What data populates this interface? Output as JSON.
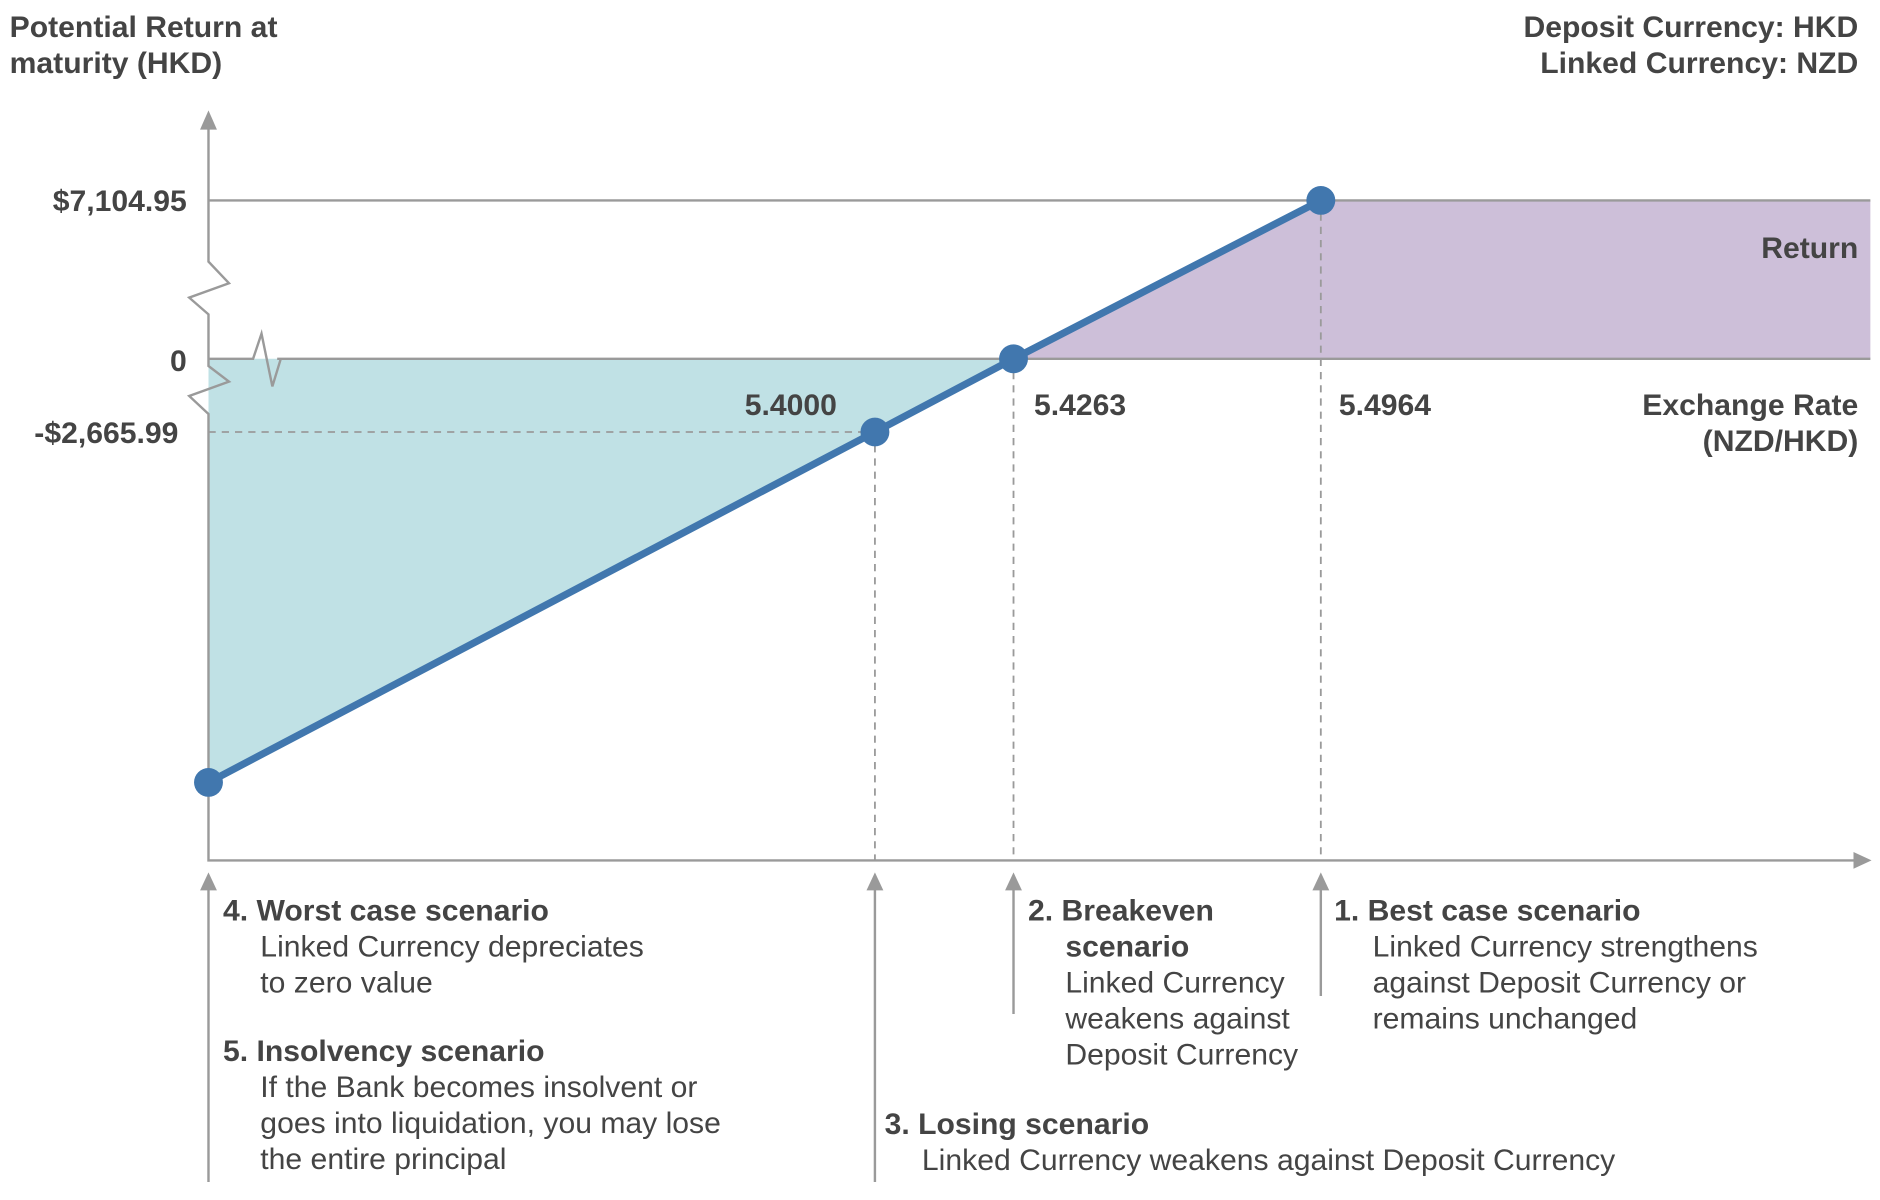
{
  "chart_data": {
    "type": "line",
    "title": "",
    "ylabel": "Potential Return at maturity (HKD)",
    "xlabel": "Exchange Rate (NZD/HKD)",
    "info": [
      "Deposit Currency: HKD",
      "Linked Currency: NZD"
    ],
    "ytick_labels": [
      "$7,104.95",
      "0",
      "-$2,665.99"
    ],
    "xtick_labels": [
      "5.4000",
      "5.4263",
      "5.4964"
    ],
    "series": [
      {
        "name": "Return",
        "points": [
          {
            "x": 0,
            "y": null,
            "label": "worst"
          },
          {
            "x": 5.4,
            "y": -2665.99
          },
          {
            "x": 5.4263,
            "y": 0
          },
          {
            "x": 5.4964,
            "y": 7104.95
          }
        ]
      }
    ],
    "region_labels": {
      "return": "Return"
    },
    "colors": {
      "line": "#4177ae",
      "loss_fill": "#c0e1e5",
      "gain_fill": "#cdbfd9",
      "axis": "#9a9a9a"
    }
  },
  "scenarios": {
    "worst": {
      "title": "4. Worst case scenario",
      "lines": [
        "Linked Currency depreciates",
        "to zero value"
      ]
    },
    "insolvency": {
      "title": "5. Insolvency scenario",
      "lines": [
        "If the Bank becomes insolvent or",
        "goes into liquidation, you may lose",
        "the entire principal"
      ]
    },
    "losing": {
      "title": "3. Losing scenario",
      "lines": [
        "Linked Currency weakens against Deposit Currency"
      ]
    },
    "breakeven": {
      "title": [
        "2. Breakeven",
        "scenario"
      ],
      "lines": [
        "Linked Currency",
        "weakens against",
        "Deposit Currency"
      ]
    },
    "best": {
      "title": "1.  Best case scenario",
      "lines": [
        "Linked Currency strengthens",
        "against Deposit Currency or",
        "remains unchanged"
      ]
    }
  }
}
